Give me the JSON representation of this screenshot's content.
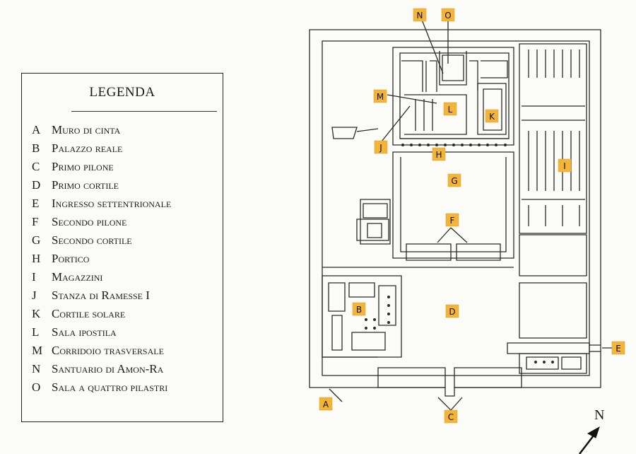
{
  "legend": {
    "title": "LEGENDA",
    "items": [
      {
        "letter": "A",
        "text": "Muro di cinta"
      },
      {
        "letter": "B",
        "text": "Palazzo reale"
      },
      {
        "letter": "C",
        "text": "Primo pilone"
      },
      {
        "letter": "D",
        "text": "Primo cortile"
      },
      {
        "letter": "E",
        "text": "Ingresso settentrionale"
      },
      {
        "letter": "F",
        "text": "Secondo pilone"
      },
      {
        "letter": "G",
        "text": "Secondo cortile"
      },
      {
        "letter": "H",
        "text": "Portico"
      },
      {
        "letter": "I",
        "text": "Magazzini"
      },
      {
        "letter": "J",
        "text": "Stanza di Ramesse I"
      },
      {
        "letter": "K",
        "text": "Cortile solare"
      },
      {
        "letter": "L",
        "text": "Sala ipostila"
      },
      {
        "letter": "M",
        "text": "Corridoio trasversale"
      },
      {
        "letter": "N",
        "text": "Santuario di Amon-Ra"
      },
      {
        "letter": "O",
        "text": "Sala a quattro pilastri"
      }
    ]
  },
  "plan_labels": [
    "A",
    "B",
    "C",
    "D",
    "E",
    "F",
    "G",
    "H",
    "I",
    "J",
    "K",
    "L",
    "M",
    "N",
    "O"
  ],
  "compass": {
    "label": "N"
  },
  "colors": {
    "label_fill": "#f3b43a",
    "wall_stroke": "#2a2a2a",
    "background": "#fbfbf8"
  }
}
